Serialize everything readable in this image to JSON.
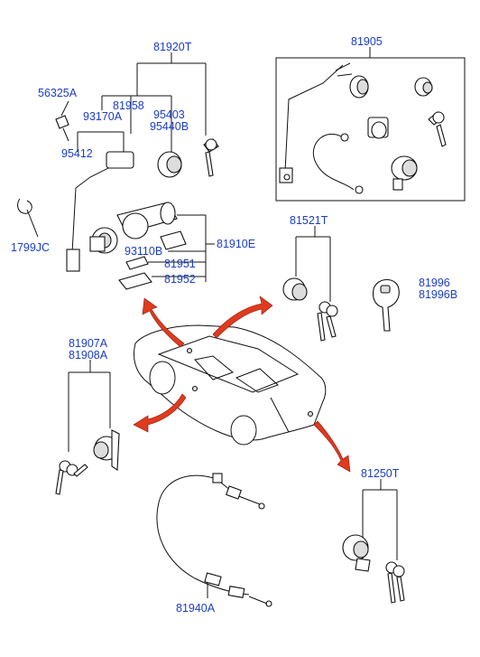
{
  "labels": {
    "p81920T": "81920T",
    "p81905": "81905",
    "p56325A": "56325A",
    "p81958": "81958",
    "p93170A": "93170A",
    "p95403": "95403",
    "p95440B": "95440B",
    "p95412": "95412",
    "p1799JC": "1799JC",
    "p93110B": "93110B",
    "p81910E": "81910E",
    "p81951": "81951",
    "p81952": "81952",
    "p81521T": "81521T",
    "p81996": "81996",
    "p81996B": "81996B",
    "p81907A": "81907A",
    "p81908A": "81908A",
    "p81250T": "81250T",
    "p81940A": "81940A"
  },
  "colors": {
    "label": "#1a3cc8",
    "arrow": "#e03a1f",
    "line": "#111111"
  }
}
